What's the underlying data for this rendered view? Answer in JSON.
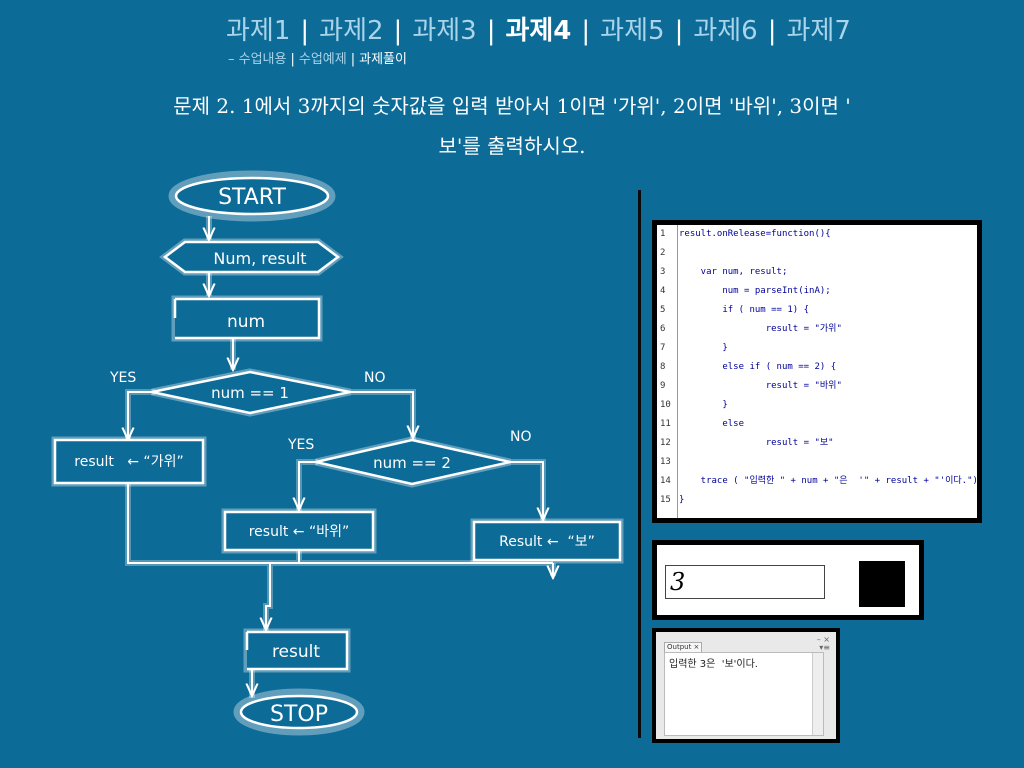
{
  "nav": {
    "tabs": [
      {
        "label": "과제1",
        "active": false
      },
      {
        "label": "과제2",
        "active": false
      },
      {
        "label": "과제3",
        "active": false
      },
      {
        "label": "과제4",
        "active": true
      },
      {
        "label": "과제5",
        "active": false
      },
      {
        "label": "과제6",
        "active": false
      },
      {
        "label": "과제7",
        "active": false
      }
    ],
    "separator": "|",
    "subnav_prefix": "–",
    "subnav": [
      {
        "label": "수업내용",
        "active": false
      },
      {
        "label": "수업예제",
        "active": false
      },
      {
        "label": "과제풀이",
        "active": true
      }
    ]
  },
  "problem": {
    "line1": "문제 2. 1에서 3까지의 숫자값을 입력 받아서 1이면 '가위', 2이면 '바위', 3이면 '",
    "line2": "보'를 출력하시오."
  },
  "flowchart": {
    "start": "START",
    "declare": "Num, result",
    "input": "num",
    "decision1": "num == 1",
    "decision1_yes": "YES",
    "decision1_no": "NO",
    "assign1": "result   ← “가위”",
    "decision2": "num == 2",
    "decision2_yes": "YES",
    "decision2_no": "NO",
    "assign2": "result ← “바위”",
    "assign3": "Result ←  “보”",
    "output": "result",
    "stop": "STOP"
  },
  "code": {
    "lines": [
      {
        "num": "1",
        "text": "result.onRelease=function(){"
      },
      {
        "num": "2",
        "text": ""
      },
      {
        "num": "3",
        "text": "    var num, result;"
      },
      {
        "num": "4",
        "text": "        num = parseInt(inA);"
      },
      {
        "num": "5",
        "text": "        if ( num == 1) {"
      },
      {
        "num": "6",
        "text": "                result = \"가위\""
      },
      {
        "num": "7",
        "text": "        }"
      },
      {
        "num": "8",
        "text": "        else if ( num == 2) {"
      },
      {
        "num": "9",
        "text": "                result = \"바위\""
      },
      {
        "num": "10",
        "text": "        }"
      },
      {
        "num": "11",
        "text": "        else"
      },
      {
        "num": "12",
        "text": "                result = \"보\""
      },
      {
        "num": "13",
        "text": ""
      },
      {
        "num": "14",
        "text": "    trace ( \"입력한 \" + num + \"은  '\" + result + \"'이다.\")"
      },
      {
        "num": "15",
        "text": "}"
      }
    ]
  },
  "swf": {
    "input_value": "3"
  },
  "output": {
    "tab_label": "Output ×",
    "controls": "– ×\n ▾≡",
    "text": "입력한 3은  '보'이다."
  }
}
